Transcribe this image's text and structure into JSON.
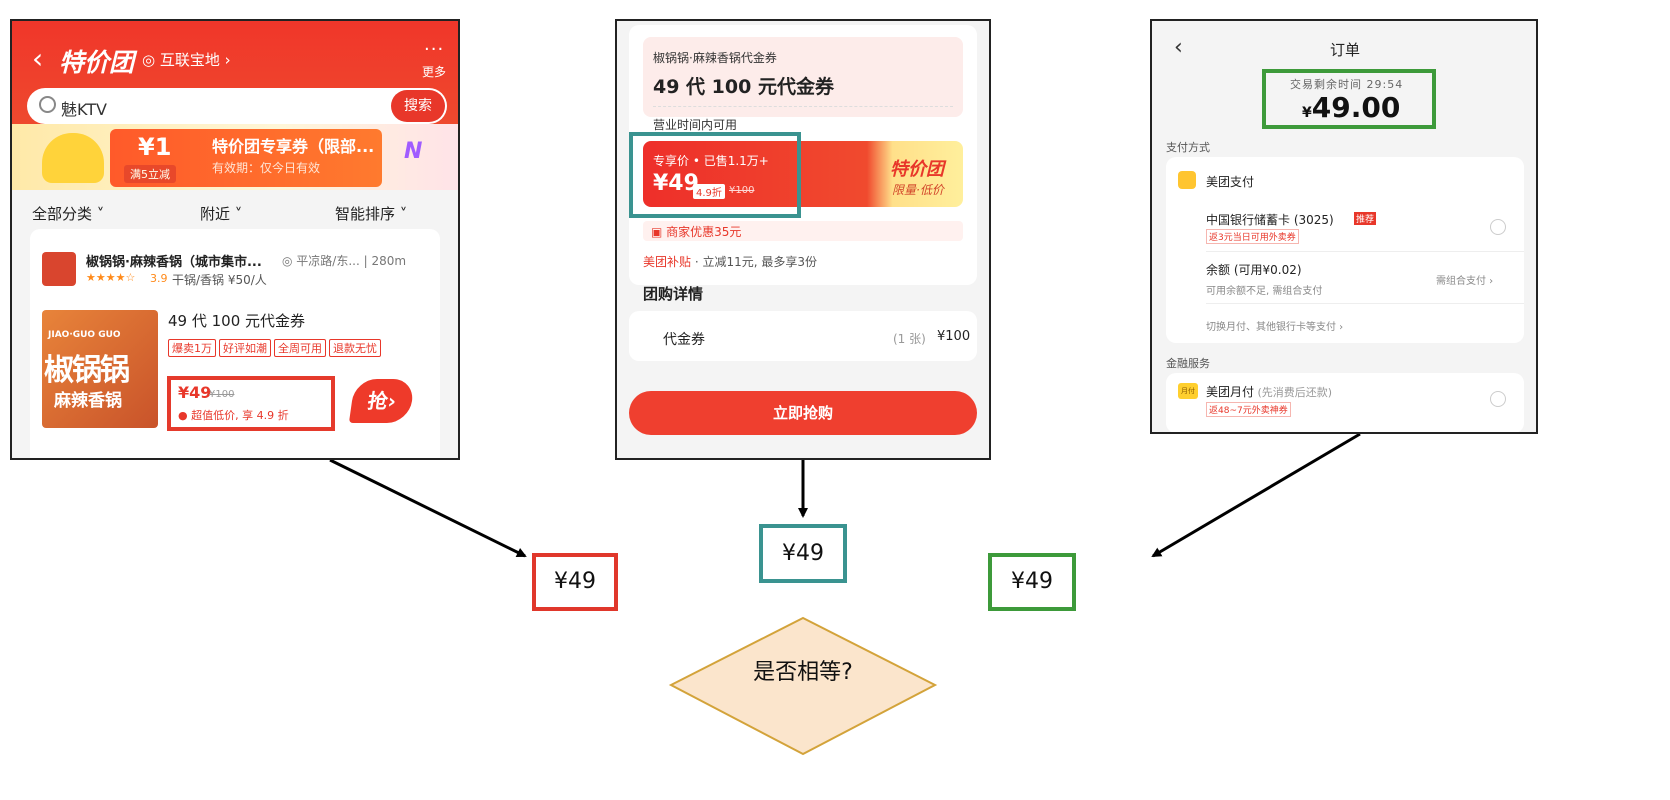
{
  "screen1": {
    "brand": "特价团",
    "location": "互联宝地 ›",
    "more_dots": "···",
    "more": "更多",
    "search_value": "魅KTV",
    "search_button": "搜索",
    "banner_amount": "¥1",
    "banner_condition": "满5立减",
    "banner_title": "特价团专享券（限部...",
    "banner_validity": "有效期：仅今日有效",
    "filters": [
      "全部分类 ˅",
      "附近 ˅",
      "智能排序 ˅"
    ],
    "shop_name": "椒锅锅·麻辣香锅（城市集市...",
    "shop_address": "◎ 平凉路/东... | 280m",
    "rating_stars": "★★★★☆",
    "rating_score": "3.9",
    "category_price": "干锅/香锅  ¥50/人",
    "thumb_en": "JIAO·GUO GUO",
    "thumb_cn": "椒锅锅",
    "thumb_sub": "麻辣香锅",
    "deal_title": "49 代 100 元代金券",
    "tags": [
      "爆卖1万",
      "好评如潮",
      "全周可用",
      "退款无忧"
    ],
    "price_now": "¥49",
    "price_old": "¥100",
    "price_note": "● 超值低价, 享 4.9 折",
    "grab_button": "抢›"
  },
  "screen2": {
    "voucher_name": "椒锅锅·麻辣香锅代金券",
    "voucher_title": "49 代 100 元代金券",
    "hours": "营业时间内可用",
    "price_label": "专享价 • 已售1.1万+",
    "price_now": "¥49",
    "discount": "4.9折",
    "price_old": "¥100",
    "brand": "特价团",
    "slogan": "限量·低价",
    "merchant_discount": "▣ 商家优惠35元",
    "subsidy_label": "美团补贴",
    "subsidy_text": " · 立减11元, 最多享3份",
    "detail_heading": "团购详情",
    "detail_name": "代金券",
    "detail_qty": "(1 张)",
    "detail_price": "¥100",
    "buy_button": "立即抢购"
  },
  "screen3": {
    "back": "‹",
    "title": "订单",
    "timer": "交易剩余时间 29:54",
    "currency": "¥",
    "amount": "49.00",
    "payment_heading": "支付方式",
    "meituan_pay": "美团支付",
    "bank": "中国银行储蓄卡 (3025)",
    "recommend": "推荐",
    "bank_note": "返3元当日可用外卖券",
    "balance": "余额 (可用¥0.02)",
    "balance_note": "可用余额不足, 需组合支付",
    "combo": "需组合支付 ›",
    "switch": "切换月付、其他银行卡等支付 ›",
    "finance_heading": "金融服务",
    "yuefu_icon": "月付",
    "yuefu": "美团月付",
    "yuefu_sub": " (先消费后还款)",
    "yuefu_note": "返48~7元外卖神券"
  },
  "compare": {
    "left_price": "¥49",
    "middle_price": "¥49",
    "right_price": "¥49",
    "question": "是否相等?"
  },
  "colors": {
    "red_box": "#e0372b",
    "teal_box": "#3a9390",
    "green_box": "#3d9a3a",
    "diamond_fill": "#fbe5cc",
    "diamond_stroke": "#d3a33a",
    "brand_red": "#e8372a"
  }
}
